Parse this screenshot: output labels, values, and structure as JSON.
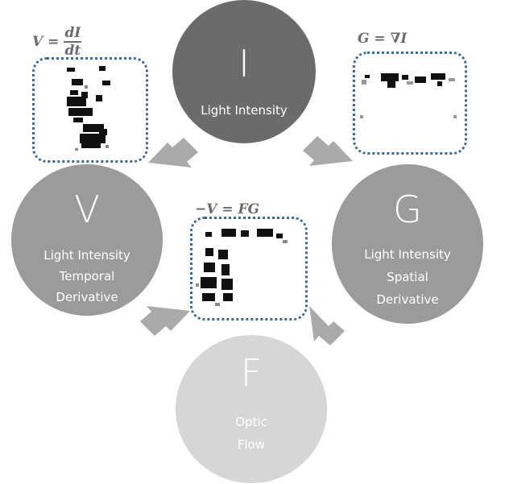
{
  "nodes": {
    "i": {
      "letter": "I",
      "label_lines": [
        "Light Intensity"
      ],
      "color": "#6b6b6b"
    },
    "v": {
      "letter": "V",
      "label_lines": [
        "Light Intensity",
        "Temporal",
        "Derivative"
      ],
      "color": "#9b9b9b"
    },
    "g": {
      "letter": "G",
      "label_lines": [
        "Light Intensity",
        "Spatial",
        "Derivative"
      ],
      "color": "#9b9b9b"
    },
    "f": {
      "letter": "F",
      "label_lines": [
        "Optic",
        "Flow"
      ],
      "color": "#d6d6d6"
    }
  },
  "equations": {
    "v": {
      "lhs": "V =",
      "numerator": "dI",
      "denominator": "dt"
    },
    "g": {
      "text": "G = ∇I"
    },
    "f": {
      "text": "−V = FG"
    }
  },
  "colors": {
    "arrow": "#aaaaaa",
    "inset_border": "#3f6a8f",
    "equation_text": "#6b6b6b"
  }
}
